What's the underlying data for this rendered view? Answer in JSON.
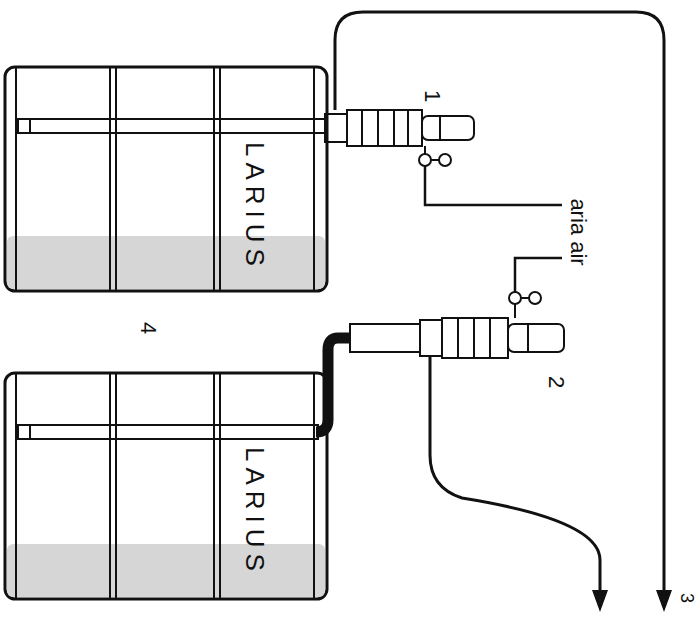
{
  "diagram": {
    "nodes": [
      {
        "text": [
          "LARIUS"
        ]
      },
      {
        "text": [
          "LARIUS"
        ]
      }
    ],
    "labels": [
      "1",
      "aria air",
      "2",
      "3",
      "4"
    ]
  }
}
